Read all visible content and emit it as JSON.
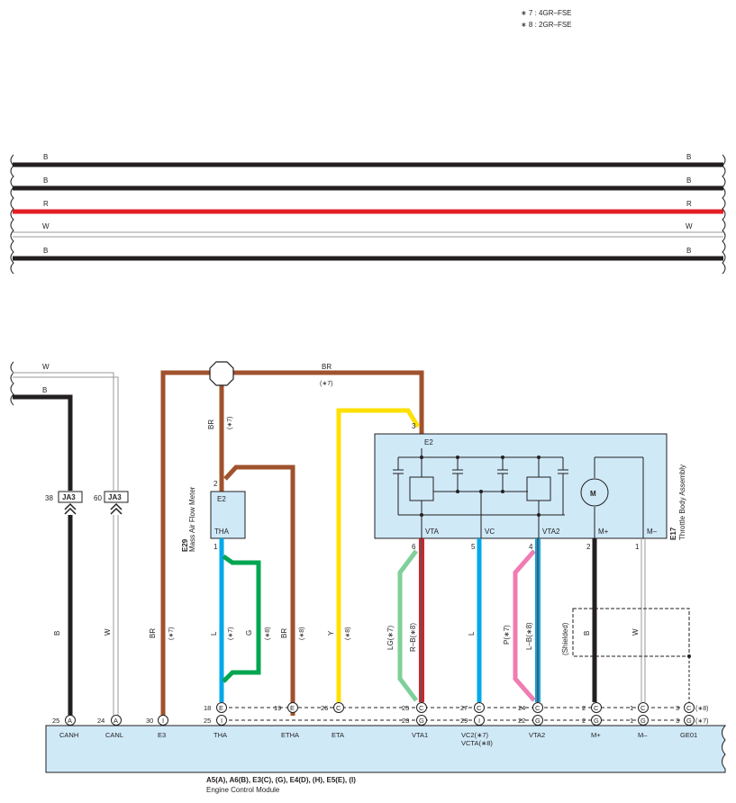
{
  "legend": {
    "line1": "∗ 7 : 4GR–FSE",
    "line2": "∗ 8 : 2GR–FSE"
  },
  "bus": {
    "wires": [
      {
        "label_left": "B",
        "label_right": "B",
        "color": "#231f20"
      },
      {
        "label_left": "B",
        "label_right": "B",
        "color": "#231f20"
      },
      {
        "label_left": "R",
        "label_right": "R",
        "color": "#e31e24"
      },
      {
        "label_left": "W",
        "label_right": "W",
        "color": "#ffffff"
      },
      {
        "label_left": "B",
        "label_right": "B",
        "color": "#231f20"
      }
    ]
  },
  "top_wires": {
    "w_label": "W",
    "b_label": "B",
    "br_top": "BR",
    "br_top_note": "(∗7)",
    "br_vert": "BR",
    "br_vert_note": "(∗7)"
  },
  "junctions": {
    "ja3_left": {
      "pin": "38",
      "name": "JA3"
    },
    "ja3_right": {
      "pin": "60",
      "name": "JA3"
    }
  },
  "maf": {
    "code": "E29",
    "name": "Mass Air Flow Meter",
    "pin_top": "2",
    "pin_top_label": "E2",
    "pin_bottom": "1",
    "pin_bottom_label": "THA"
  },
  "throttle": {
    "code": "E17",
    "name": "Throttle Body Assembly",
    "pin_e2": "3",
    "e2_label": "E2",
    "motor": "M",
    "outputs": [
      {
        "name": "VTA",
        "pin": "6"
      },
      {
        "name": "VC",
        "pin": "5"
      },
      {
        "name": "VTA2",
        "pin": "4"
      },
      {
        "name": "M+",
        "pin": "2"
      },
      {
        "name": "M–",
        "pin": "1"
      }
    ]
  },
  "wire_labels": {
    "canh": "B",
    "canl": "W",
    "e3": "BR",
    "e3_note": "(∗7)",
    "tha_l": "L",
    "tha_l_note": "(∗7)",
    "tha_g": "G",
    "tha_g_note": "(∗8)",
    "etha": "BR",
    "etha_note": "(∗8)",
    "eta": "Y",
    "eta_note": "(∗8)",
    "vta1_lg": "LG(∗7)",
    "vta1_rb": "R–B(∗8)",
    "vc": "L",
    "vta2_p": "P(∗7)",
    "vta2_lb": "L–B(∗8)",
    "shielded": "(Shielded)",
    "mplus": "B",
    "mminus": "W"
  },
  "ecm": {
    "connectors": "A5(A), A6(B), E3(C), (G), E4(D), (H), E5(E), (I)",
    "name": "Engine Control Module",
    "terminals": [
      {
        "name": "CANH",
        "upper": null,
        "lower": {
          "num": "25",
          "conn": "A"
        }
      },
      {
        "name": "CANL",
        "upper": null,
        "lower": {
          "num": "24",
          "conn": "A"
        }
      },
      {
        "name": "E3",
        "upper": null,
        "lower": {
          "num": "30",
          "conn": "I"
        }
      },
      {
        "name": "THA",
        "upper": {
          "num": "18",
          "conn": "E"
        },
        "lower": {
          "num": "25",
          "conn": "I"
        }
      },
      {
        "name": "ETHA",
        "upper": {
          "num": "19",
          "conn": "E"
        },
        "lower": null
      },
      {
        "name": "ETA",
        "upper": {
          "num": "26",
          "conn": "C"
        },
        "lower": null
      },
      {
        "name": "VTA1",
        "upper": {
          "num": "25",
          "conn": "C"
        },
        "lower": {
          "num": "23",
          "conn": "G"
        }
      },
      {
        "name": "VC2(∗7)",
        "name2": "VCTA(∗8)",
        "upper": {
          "num": "27",
          "conn": "C"
        },
        "lower": {
          "num": "29",
          "conn": "I"
        }
      },
      {
        "name": "VTA2",
        "upper": {
          "num": "24",
          "conn": "C"
        },
        "lower": {
          "num": "22",
          "conn": "G"
        }
      },
      {
        "name": "M+",
        "upper": {
          "num": "2",
          "conn": "C"
        },
        "lower": {
          "num": "2",
          "conn": "G"
        }
      },
      {
        "name": "M–",
        "upper": {
          "num": "1",
          "conn": "C"
        },
        "lower": {
          "num": "1",
          "conn": "G"
        }
      },
      {
        "name": "GE01",
        "upper": {
          "num": "3",
          "conn": "C",
          "note": "(∗8)"
        },
        "lower": {
          "num": "3",
          "conn": "G",
          "note": "(∗7)"
        }
      }
    ]
  },
  "colors": {
    "black": "#231f20",
    "red": "#e31e24",
    "brown": "#a0522d",
    "yellow": "#ffe000",
    "blue": "#00a9e8",
    "green": "#00a651",
    "lightgreen": "#7fcf9a",
    "pink": "#f07cb3",
    "box_fill": "#cfe9f7"
  }
}
